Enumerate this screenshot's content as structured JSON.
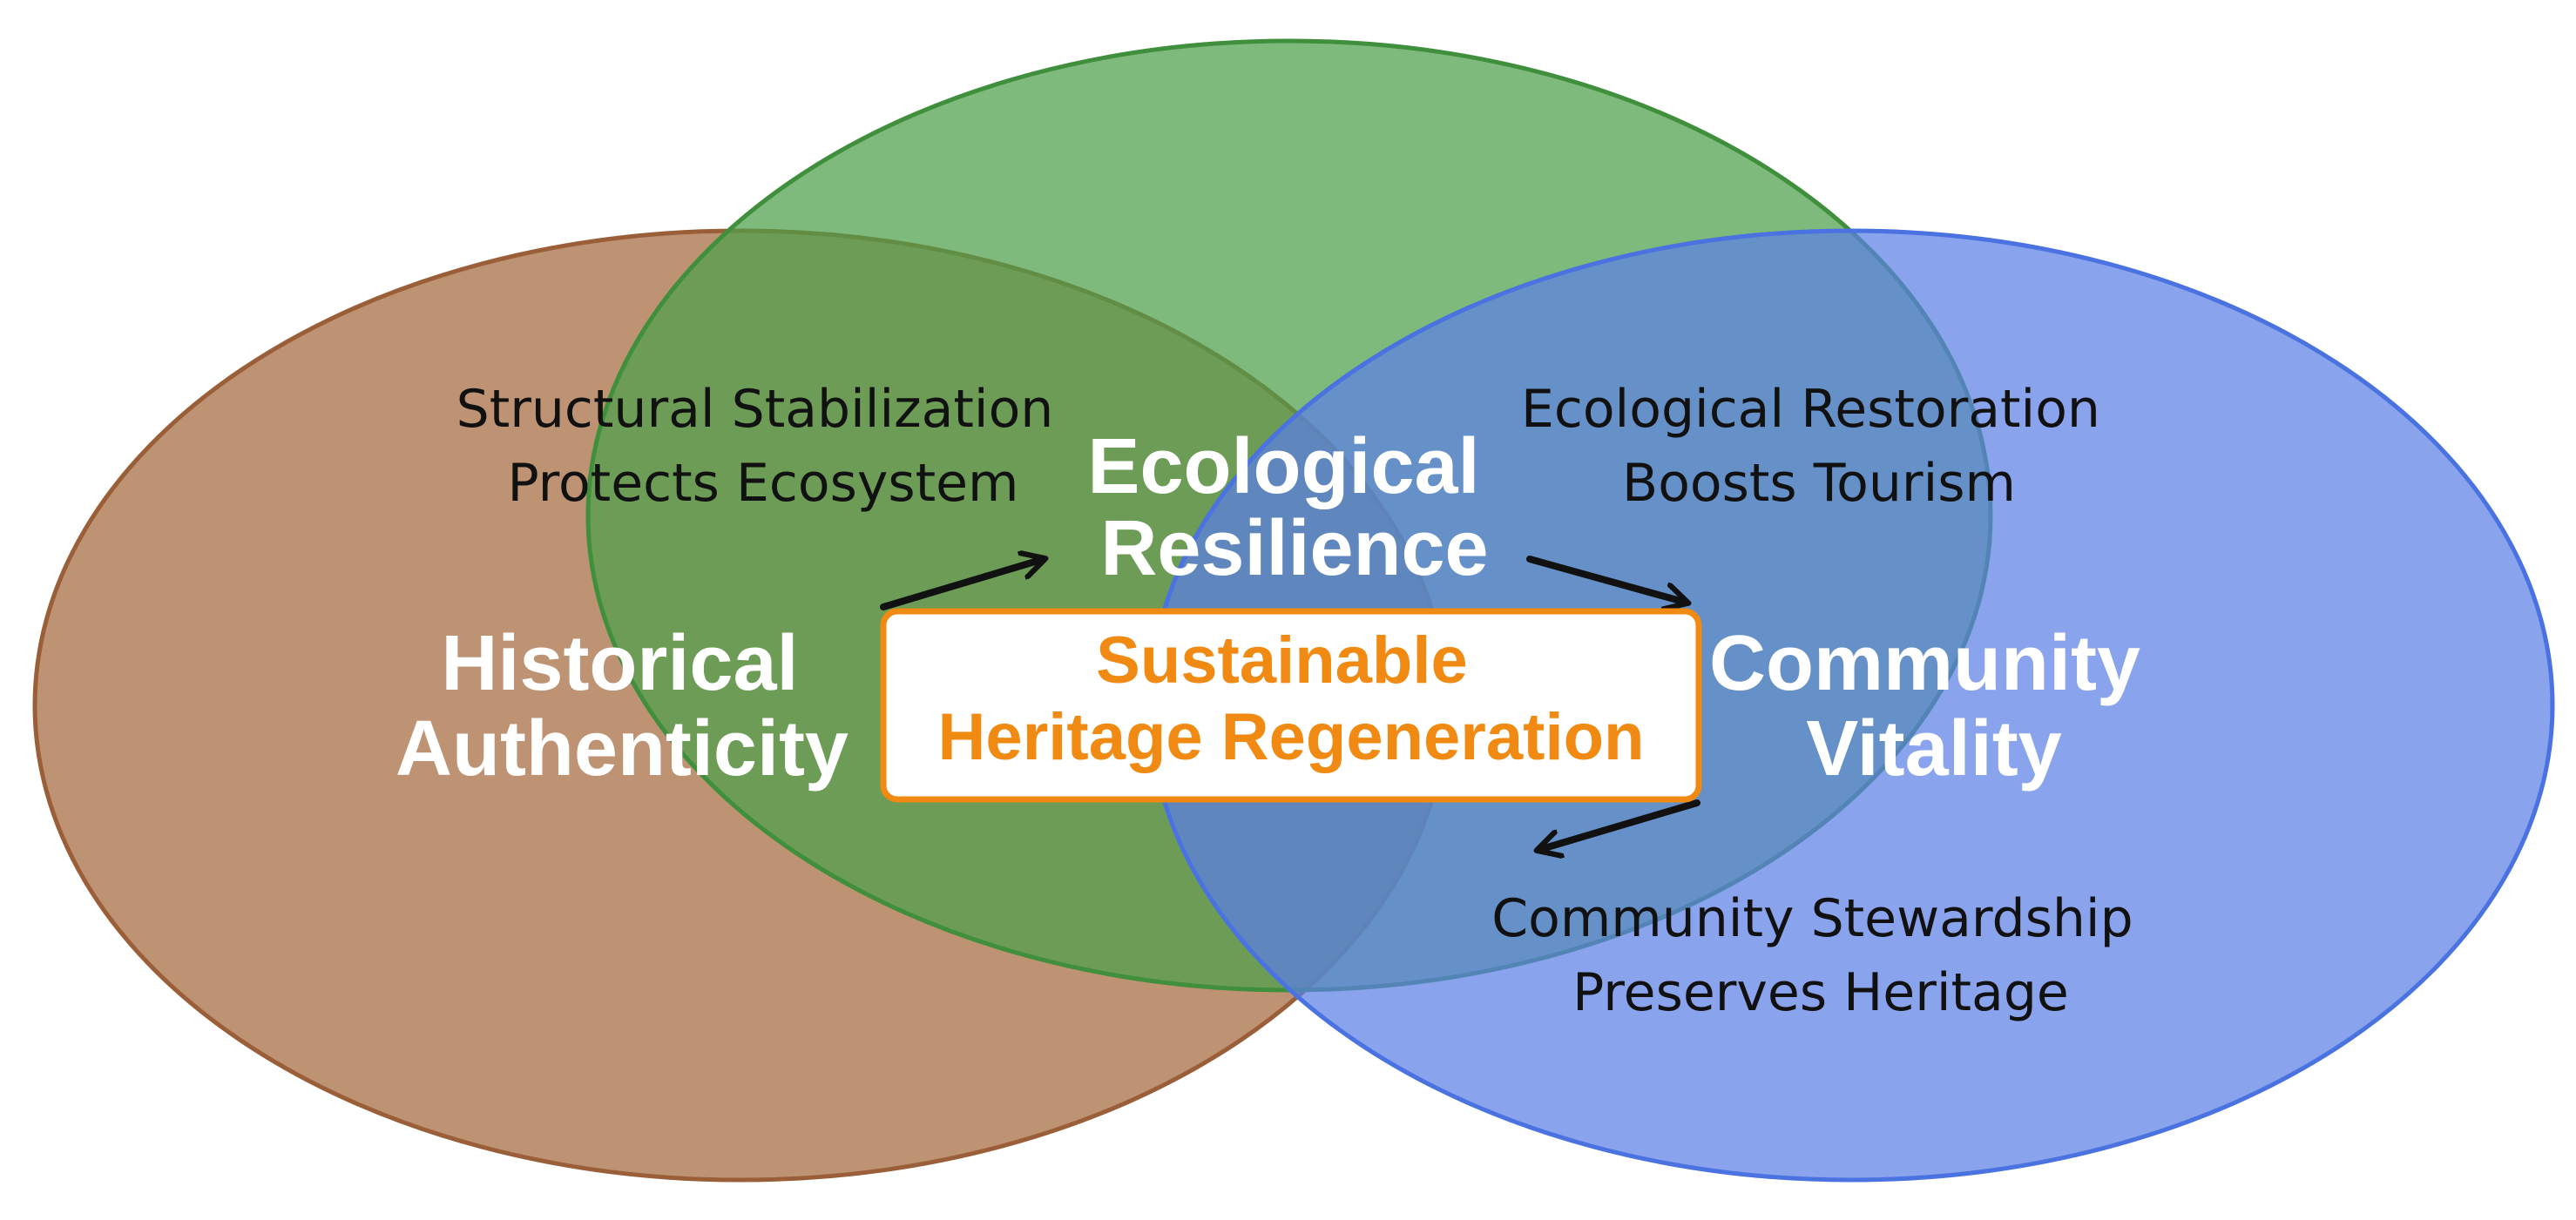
{
  "diagram": {
    "circles": [
      {
        "id": "historical",
        "label_lines": [
          "Historical",
          "Authenticity"
        ],
        "fill": "#a56a3f",
        "stroke": "#9a5f38"
      },
      {
        "id": "ecological",
        "label_lines": [
          "Ecological",
          "Resilience"
        ],
        "fill": "#4ca04a",
        "stroke": "#3f8f3c"
      },
      {
        "id": "community",
        "label_lines": [
          "Community",
          "Vitality"
        ],
        "fill": "#5b7fe6",
        "stroke": "#4a72e0"
      }
    ],
    "center": {
      "lines": [
        "Sustainable",
        "Heritage Regeneration"
      ],
      "text_color": "#f08a12",
      "border_color": "#f08a12",
      "background": "#ffffff"
    },
    "links": [
      {
        "from": "historical",
        "to": "ecological",
        "lines": [
          "Structural Stabilization",
          "Protects Ecosystem"
        ]
      },
      {
        "from": "ecological",
        "to": "community",
        "lines": [
          "Ecological Restoration",
          "Boosts Tourism"
        ]
      },
      {
        "from": "community",
        "to": "historical",
        "lines": [
          "Community Stewardship",
          "Preserves Heritage"
        ]
      }
    ],
    "arrow_color": "#111111"
  }
}
